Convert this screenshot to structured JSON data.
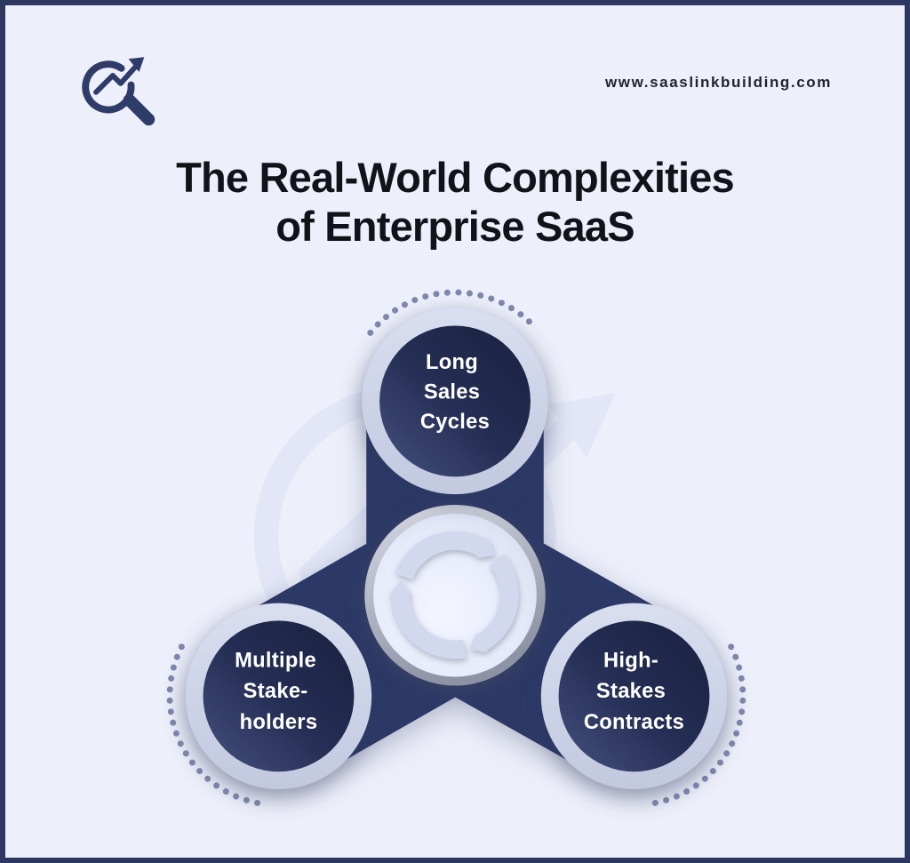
{
  "page": {
    "background_color": "#edeffa",
    "frame_color": "#2c3862"
  },
  "header": {
    "logo_icon": "magnifier-growth-arrow",
    "website": "www.saaslinkbuilding.com"
  },
  "title": {
    "line1": "The Real-World Complexities",
    "line2": "of Enterprise SaaS",
    "color": "#121319"
  },
  "diagram": {
    "type": "three-node-cycle-spinner",
    "hub_icon": "circular-cycle-arrows",
    "watermark_icon": "magnifier-growth-arrow-watermark",
    "colors": {
      "spinner_body": "#2c3966",
      "node_outer_ring": "#ccd2e6",
      "node_fill_dark": "#1a2140",
      "node_fill_light": "#45517f",
      "node_text": "#ffffff",
      "dots": "#7e87ac",
      "hub_fill": "#e6eaf8",
      "watermark": "#e2e6f6"
    },
    "nodes": [
      {
        "id": "top",
        "label": "Long Sales Cycles",
        "lines": [
          "Long",
          "Sales",
          "Cycles"
        ]
      },
      {
        "id": "bottom-left",
        "label": "Multiple Stakeholders",
        "lines": [
          "Multiple",
          "Stake-",
          "holders"
        ]
      },
      {
        "id": "bottom-right",
        "label": "High-Stakes Contracts",
        "lines": [
          "High-",
          "Stakes",
          "Contracts"
        ]
      }
    ]
  }
}
